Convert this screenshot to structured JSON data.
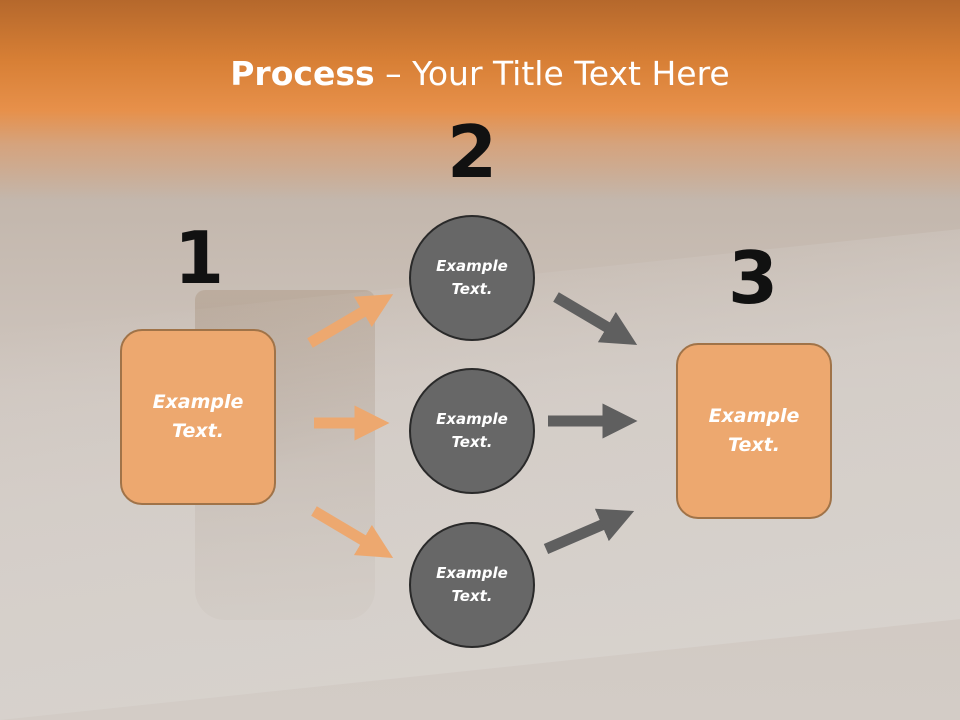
{
  "slide": {
    "title_bold": "Process",
    "title_rest": " – Your Title Text Here"
  },
  "steps": [
    {
      "number": "1",
      "text": "Example\nText."
    },
    {
      "number": "2",
      "text": "Example\nText."
    },
    {
      "number": "3",
      "text": "Example\nText."
    }
  ],
  "middle_circles": [
    {
      "text": "Example\nText."
    },
    {
      "text": "Example\nText."
    },
    {
      "text": "Example\nText."
    }
  ],
  "colors": {
    "header": "#e0873d",
    "box_fill": "#eda86f",
    "box_border": "#a07348",
    "circle_fill": "#676767",
    "circle_border": "#2a2a2a",
    "arrow_in": "#eda86f",
    "arrow_out": "#5f5f5f"
  },
  "icons": [
    "arrow-right-icon"
  ]
}
